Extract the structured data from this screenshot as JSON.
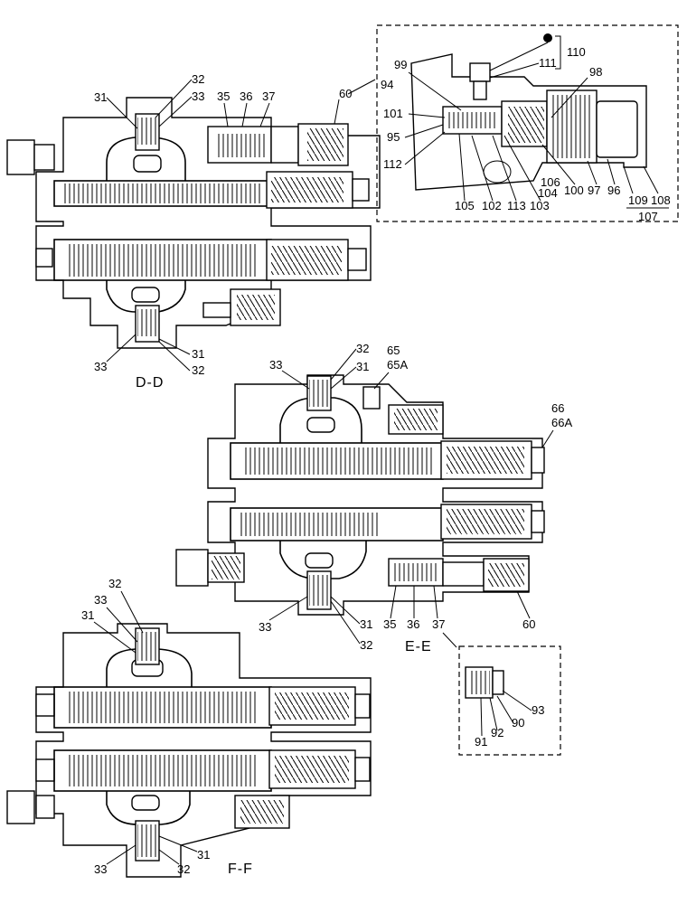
{
  "sections": {
    "dd": "D-D",
    "ee": "E-E",
    "ff": "F-F"
  },
  "labels_dd": {
    "l31a": "31",
    "l32a": "32",
    "l33a": "33",
    "l35": "35",
    "l36": "36",
    "l37": "37",
    "l60": "60",
    "l33b": "33",
    "l31b": "31",
    "l32b": "32"
  },
  "labels_detail_top": {
    "l110": "110",
    "l111": "111",
    "l99": "99",
    "l98": "98",
    "l94": "94",
    "l101": "101",
    "l95": "95",
    "l112": "112",
    "l106": "106",
    "l105": "105",
    "l102": "102",
    "l113": "113",
    "l103": "103",
    "l104": "104",
    "l100": "100",
    "l97": "97",
    "l96": "96",
    "l109": "109",
    "l108": "108",
    "l107": "107"
  },
  "labels_ee": {
    "l32": "32",
    "l33": "33",
    "l31": "31",
    "l65": "65",
    "l65a": "65A",
    "l66": "66",
    "l66a": "66A",
    "l33b": "33",
    "l31b": "31",
    "l32b": "32",
    "l35": "35",
    "l36": "36",
    "l37": "37",
    "l60": "60"
  },
  "labels_detail_small": {
    "l93": "93",
    "l90": "90",
    "l92": "92",
    "l91": "91"
  },
  "labels_ff": {
    "l32": "32",
    "l33": "33",
    "l31": "31",
    "l33b": "33",
    "l32b": "32",
    "l31b": "31"
  }
}
